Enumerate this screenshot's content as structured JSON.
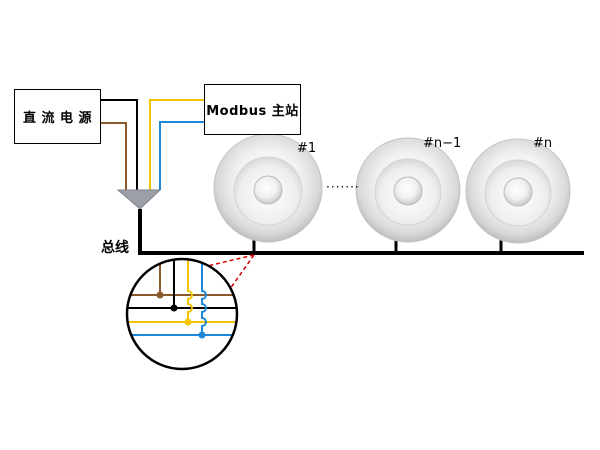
{
  "power_box": {
    "label": "直 流 电 源"
  },
  "master_box": {
    "label": "Modbus 主站"
  },
  "bus_label": "总线",
  "devices": [
    {
      "label": "#1"
    },
    {
      "label": "#n−1"
    },
    {
      "label": "#n"
    }
  ],
  "ellipsis": "·······",
  "wire_colors": {
    "brown": "#8b5a2b",
    "yellow": "#f5c400",
    "blue": "#1e88d8",
    "black": "#000000",
    "red_dash": "#d40000"
  }
}
